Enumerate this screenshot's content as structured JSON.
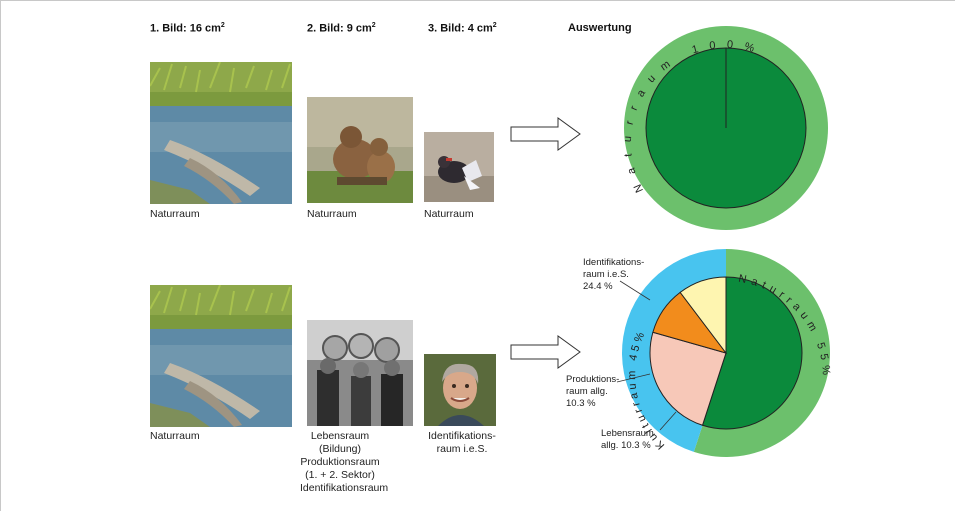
{
  "columns": {
    "bild1": {
      "prefix": "1. Bild: 16 cm",
      "sup": "2"
    },
    "bild2": {
      "prefix": "2. Bild: 9 cm",
      "sup": "2"
    },
    "bild3": {
      "prefix": "3. Bild: 4 cm",
      "sup": "2"
    },
    "auswertung": "Auswertung"
  },
  "row1": {
    "cap1": "Naturraum",
    "cap2": "Naturraum",
    "cap3": "Naturraum",
    "ring_label": "Naturraum 100%"
  },
  "row2": {
    "cap1": "Naturraum",
    "cap2_lines": [
      "Lebensraum",
      "(Bildung)",
      "Produktionsraum",
      "(1. + 2. Sektor)",
      "Identifikationsraum"
    ],
    "cap3_lines": [
      "Identifikations-",
      "raum i.e.S."
    ],
    "outer_natur": "Naturraum 55%",
    "outer_kultur": "Kulturraum 45%",
    "note_ident": [
      "Identifikations-",
      "raum i.e.S.",
      "24.4 %"
    ],
    "note_prod": [
      "Produktions-",
      "raum allg.",
      "10.3 %"
    ],
    "note_leben": [
      "Lebensraum",
      "allg. 10.3 %"
    ]
  },
  "chart_data": [
    {
      "type": "pie",
      "title": "",
      "categories": [
        "Naturraum"
      ],
      "values": [
        100
      ],
      "colors": [
        "#0b8a3c"
      ],
      "ring_color": "#6cc06c"
    },
    {
      "type": "pie",
      "title": "",
      "categories": [
        "Naturraum",
        "Identifikationsraum i.e.S.",
        "Produktionsraum allg.",
        "Lebensraum allg."
      ],
      "values": [
        55,
        24.4,
        10.3,
        10.3
      ],
      "colors": [
        "#0b8a3c",
        "#f7c8b8",
        "#f28c1c",
        "#fef5b0"
      ],
      "outer_ring": [
        {
          "name": "Naturraum",
          "value": 55,
          "color": "#6cc06c"
        },
        {
          "name": "Kulturraum",
          "value": 45,
          "color": "#48c4ef"
        }
      ]
    }
  ]
}
